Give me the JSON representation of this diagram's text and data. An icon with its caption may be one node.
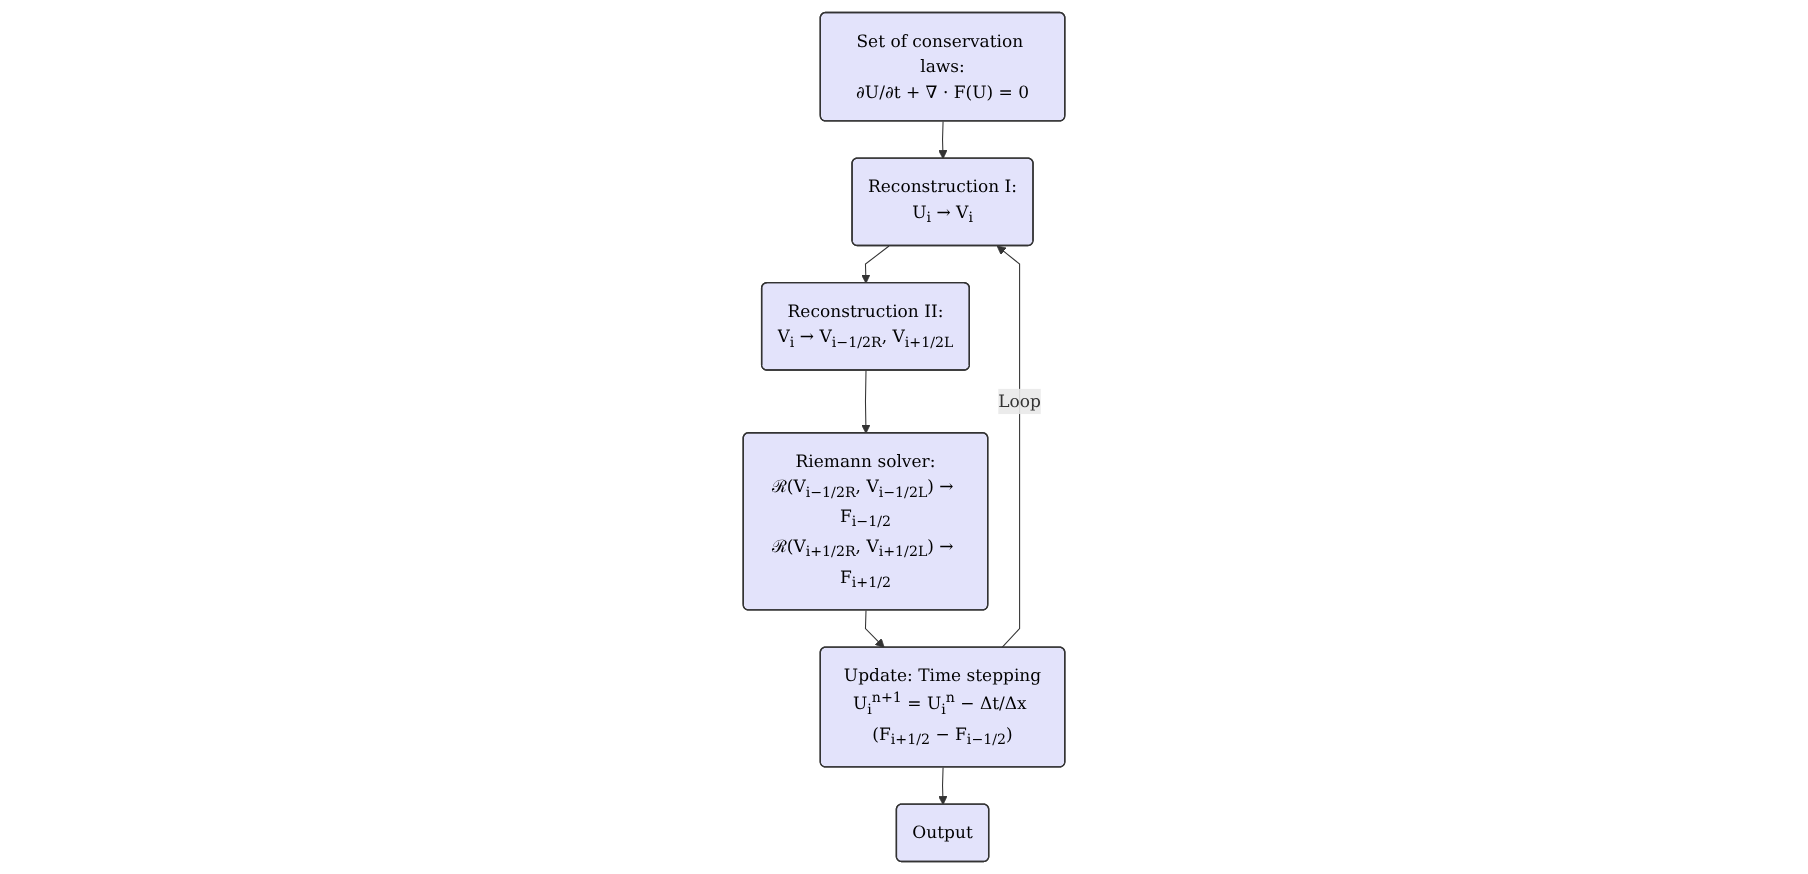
{
  "diagram": {
    "nodes": [
      {
        "text": [
          "Set of conservation laws:",
          "∂U/∂t + ∇ · F(U) = 0"
        ]
      },
      {
        "text": [
          "Reconstruction I:",
          "U$_{i}$ → V$_{i}$"
        ]
      },
      {
        "text": [
          "Reconstruction II:",
          "V$_{i}$ → V$_{i−1/2R}$, V$_{i+1/2L}$"
        ]
      },
      {
        "text": [
          "Riemann solver:",
          "ℛ(V$_{i−1/2R}$, V$_{i−1/2L}$) → F$_{i−1/2}$",
          "ℛ(V$_{i+1/2R}$, V$_{i+1/2L}$) → F$_{i+1/2}$"
        ]
      },
      {
        "text": [
          "Update: Time stepping",
          "U$_{i}$$^{n+1}$ = U$_{i}$$^{n}$ − Δt/Δx (F$_{i+1/2}$ − F$_{i−1/2}$)"
        ]
      },
      {
        "text": [
          "Output"
        ]
      }
    ],
    "edges": [
      {
        "from": 0,
        "to": 1,
        "arrow": "to"
      },
      {
        "from": 1,
        "to": 2,
        "arrow": "to"
      },
      {
        "from": 2,
        "to": 3,
        "arrow": "to"
      },
      {
        "from": 3,
        "to": 4,
        "arrow": "to"
      },
      {
        "from": 4,
        "to": 1,
        "arrow": "to",
        "label": "Loop"
      },
      {
        "from": 4,
        "to": 5,
        "arrow": "to"
      }
    ]
  }
}
